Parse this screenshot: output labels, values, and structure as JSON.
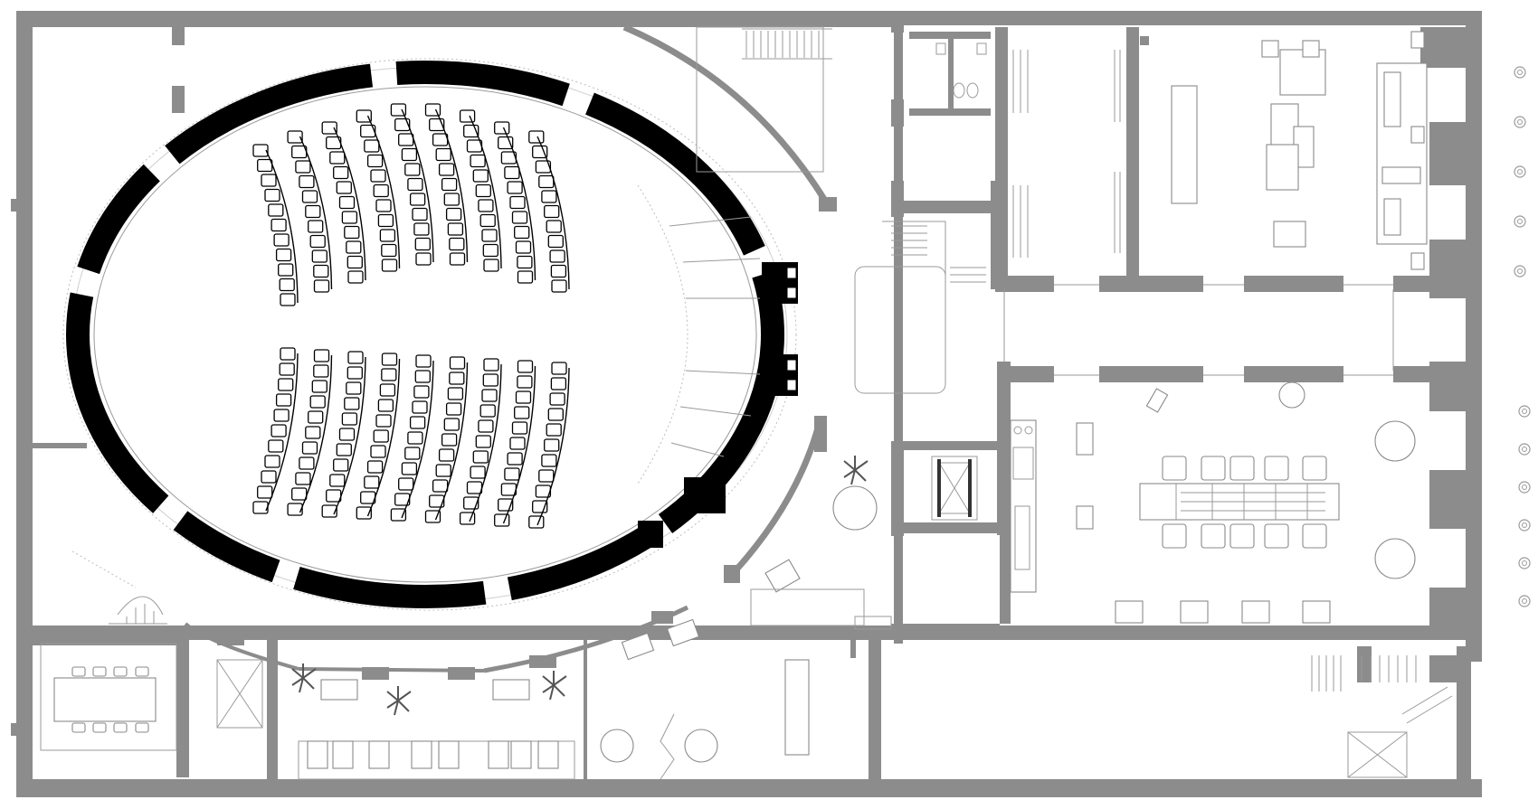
{
  "drawing": {
    "type": "architectural floor plan",
    "colors": {
      "background": "#ffffff",
      "walls": "#8c8c8c",
      "auditorium_wall": "#000000",
      "furniture_lines": "#8a8a8a",
      "dotted_lines": "#bdbdbd"
    },
    "auditorium": {
      "upper_block": {
        "rows": 9,
        "seats_per_row": 11
      },
      "lower_block": {
        "rows": 9,
        "seats_per_row": 11
      }
    },
    "meeting_room_chairs_per_side": 5,
    "window_markers": {
      "top_group": 5,
      "bottom_group": 6
    }
  }
}
